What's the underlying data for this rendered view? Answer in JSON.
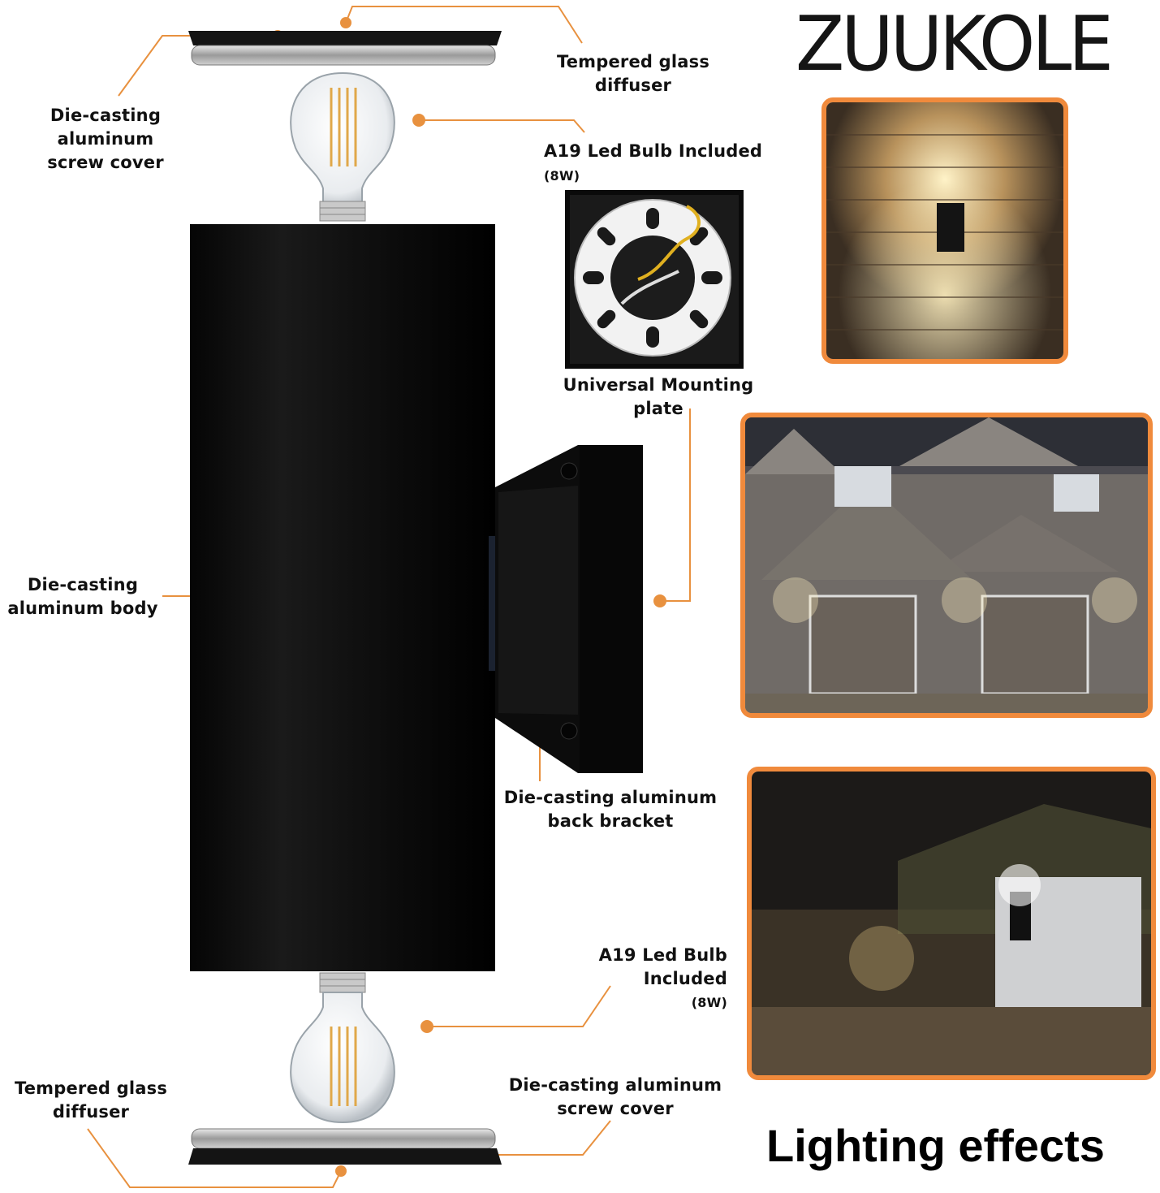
{
  "brand": "ZUUKOLE",
  "heading": "Lighting effects",
  "labels": {
    "top_diffuser": [
      "Tempered glass",
      "diffuser"
    ],
    "top_screw_cover": [
      "Die-casting aluminum",
      "screw cover"
    ],
    "top_bulb": "A19 Led Bulb Included",
    "top_bulb_watt": "(8W)",
    "mounting_plate": "Universal Mounting plate",
    "body": [
      "Die-casting",
      "aluminum body"
    ],
    "back_bracket": [
      "Die-casting aluminum",
      "back bracket"
    ],
    "bottom_bulb": "A19 Led Bulb Included",
    "bottom_bulb_watt": "(8W)",
    "bottom_diffuser": [
      "Tempered glass",
      "diffuser"
    ],
    "bottom_screw_cover": [
      "Die-casting aluminum",
      "screw cover"
    ]
  },
  "colors": {
    "accent": "#f08a3c",
    "fixture": "#0b0b0b"
  }
}
